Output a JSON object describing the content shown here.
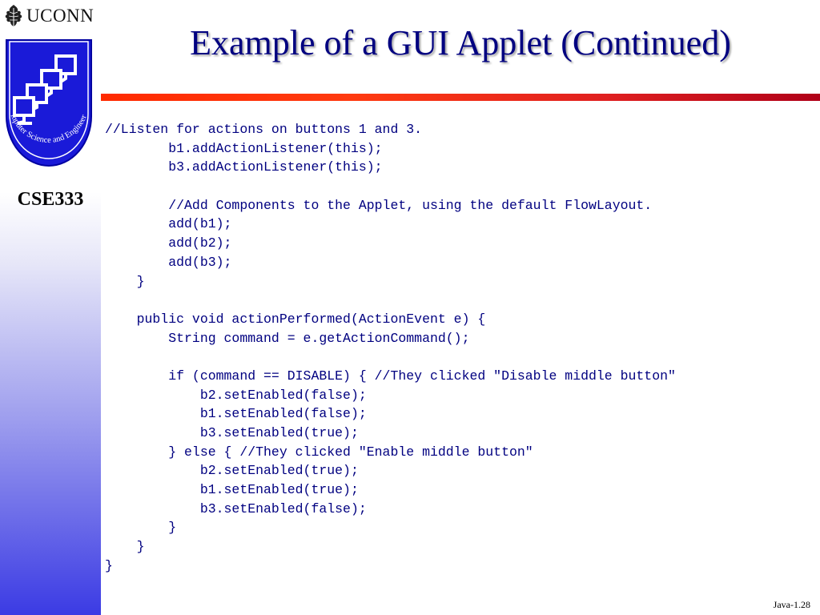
{
  "sidebar": {
    "logo_text": "UCONN",
    "seal_text": "Computer Science and Engineering",
    "course": "CSE333"
  },
  "slide": {
    "title": "Example of a GUI Applet (Continued)",
    "number": "Java-1.28"
  },
  "code_lines": [
    "//Listen for actions on buttons 1 and 3.",
    "        b1.addActionListener(this);",
    "        b3.addActionListener(this);",
    "",
    "        //Add Components to the Applet, using the default FlowLayout.",
    "        add(b1);",
    "        add(b2);",
    "        add(b3);",
    "    }",
    "",
    "    public void actionPerformed(ActionEvent e) {",
    "        String command = e.getActionCommand();",
    "",
    "        if (command == DISABLE) { //They clicked \"Disable middle button\"",
    "            b2.setEnabled(false);",
    "            b1.setEnabled(false);",
    "            b3.setEnabled(true);",
    "        } else { //They clicked \"Enable middle button\"",
    "            b2.setEnabled(true);",
    "            b1.setEnabled(true);",
    "            b3.setEnabled(false);",
    "        }",
    "    }",
    "}"
  ]
}
